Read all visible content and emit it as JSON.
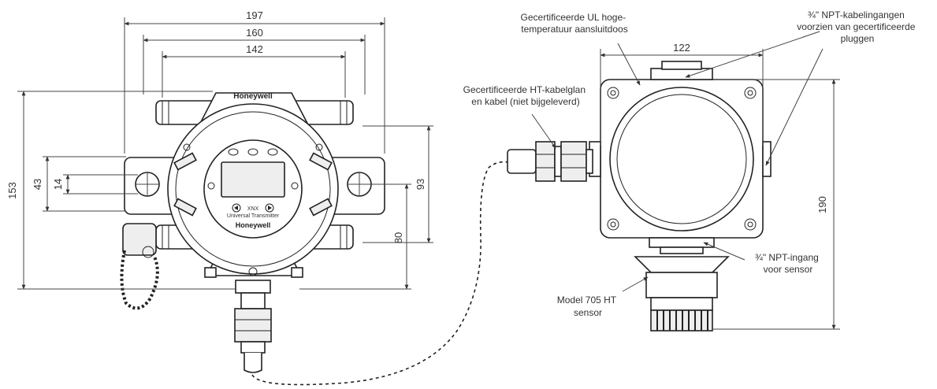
{
  "dimensions": {
    "w197": "197",
    "w160": "160",
    "w142": "142",
    "h153": "153",
    "h43": "43",
    "h14": "14",
    "h93": "93",
    "h80": "80",
    "w122": "122",
    "h190": "190"
  },
  "device": {
    "brand_top": "Honeywell",
    "brand_bottom": "Honeywell",
    "model_tag": "XNX",
    "subtitle": "Universal Transmitter"
  },
  "callouts": {
    "junction_box": [
      "Gecertificeerde UL hoge-",
      "temperatuur aansluitdoos"
    ],
    "npt_entries": [
      "¾\" NPT-kabelingangen",
      "voorzien van gecertificeerde",
      "pluggen"
    ],
    "cable_gland": [
      "Gecertificeerde HT-kabelglan",
      "en kabel (niet bijgeleverd)"
    ],
    "sensor_entry": [
      "¾\" NPT-ingang",
      "voor sensor"
    ],
    "sensor_model": [
      "Model 705 HT",
      "sensor"
    ]
  },
  "colors": {
    "line": "#222222",
    "background": "#ffffff",
    "fill_light": "#eeeeee"
  }
}
